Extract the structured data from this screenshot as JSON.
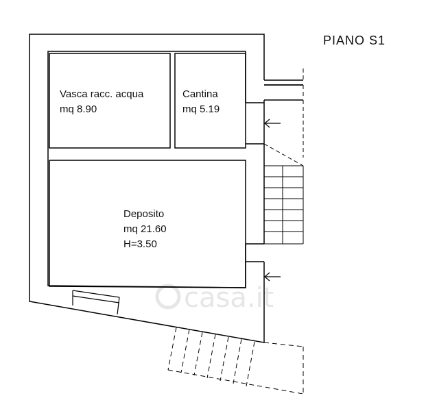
{
  "floor_label": "PIANO  S1",
  "rooms": [
    {
      "name": "Vasca racc. acqua",
      "area": "mq  8.90"
    },
    {
      "name": "Cantina",
      "area": "mq  5.19"
    },
    {
      "name": "Deposito",
      "area": "mq  21.60",
      "height": "H=3.50"
    }
  ],
  "watermark": "casa.it",
  "colors": {
    "wall": "#000000",
    "dash": "#000000",
    "watermark": "#e6e6e6"
  },
  "icons": [
    "entry-arrow-icon",
    "entry-arrow-icon"
  ]
}
